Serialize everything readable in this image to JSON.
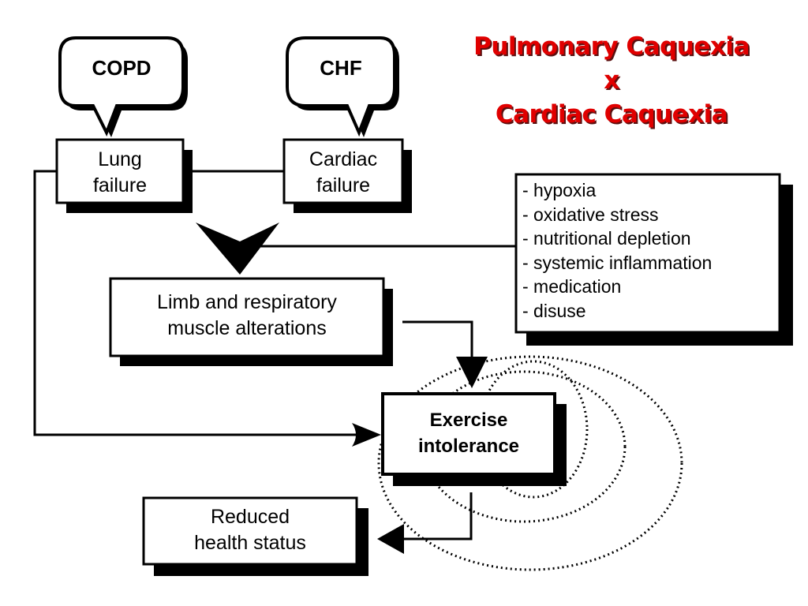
{
  "title": {
    "line1": "Pulmonary Caquexia",
    "line2": "x",
    "line3": "Cardiac Caquexia"
  },
  "speech_bubbles": {
    "copd": "COPD",
    "chf": "CHF"
  },
  "boxes": {
    "lung_failure": {
      "line1": "Lung",
      "line2": "failure"
    },
    "cardiac_failure": {
      "line1": "Cardiac",
      "line2": "failure"
    },
    "muscle_alterations": {
      "line1": "Limb and respiratory",
      "line2": "muscle alterations"
    },
    "exercise_intolerance": {
      "line1": "Exercise",
      "line2": "intolerance"
    },
    "reduced_health": {
      "line1": "Reduced",
      "line2": "health status"
    }
  },
  "factors": [
    "- hypoxia",
    "- oxidative stress",
    "- nutritional depletion",
    "- systemic inflammation",
    "- medication",
    "- disuse"
  ]
}
